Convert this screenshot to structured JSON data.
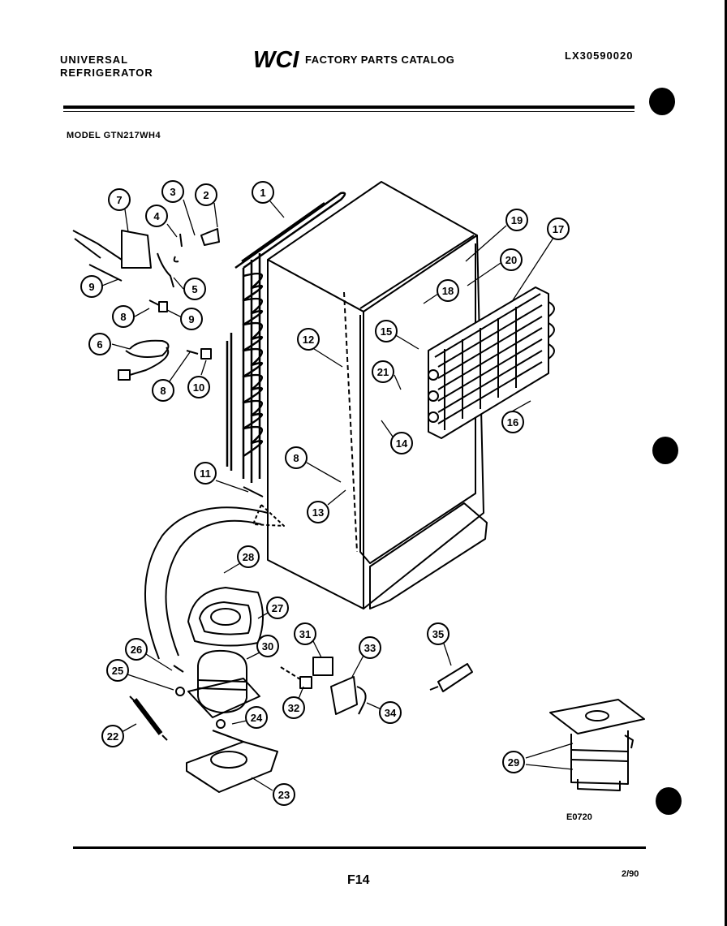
{
  "header": {
    "brand_line1": "UNIVERSAL",
    "brand_line2": "REFRIGERATOR",
    "logo_text": "WCI",
    "catalog_title": "FACTORY PARTS CATALOG",
    "catalog_number": "LX30590020"
  },
  "model": "MODEL GTN217WH4",
  "callouts": [
    "1",
    "2",
    "3",
    "4",
    "5",
    "6",
    "7",
    "8",
    "9",
    "10",
    "11",
    "12",
    "13",
    "14",
    "15",
    "16",
    "17",
    "18",
    "19",
    "20",
    "21",
    "22",
    "23",
    "24",
    "25",
    "26",
    "27",
    "28",
    "29",
    "30",
    "31",
    "32",
    "33",
    "34",
    "35"
  ],
  "footer": {
    "diagram_code": "E0720",
    "page_number": "F14",
    "date": "2/90"
  }
}
